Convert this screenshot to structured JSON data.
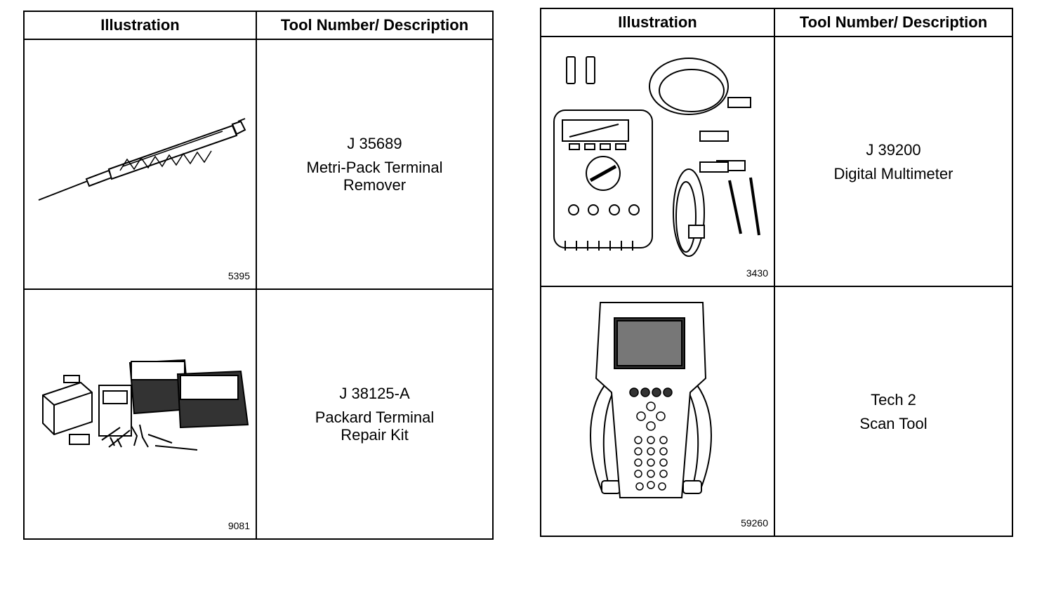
{
  "tables": [
    {
      "headers": [
        "Illustration",
        "Tool Number/ Description"
      ],
      "rows": [
        {
          "figure_number": "5395",
          "tool_number": "J 35689",
          "description": "Metri-Pack Terminal\nRemover",
          "illustration": "terminal-remover-drawing"
        },
        {
          "figure_number": "9081",
          "tool_number": "J 38125-A",
          "description": "Packard Terminal\nRepair Kit",
          "illustration": "repair-kit-drawing"
        }
      ]
    },
    {
      "headers": [
        "Illustration",
        "Tool Number/ Description"
      ],
      "rows": [
        {
          "figure_number": "3430",
          "tool_number": "J 39200",
          "description": "Digital Multimeter",
          "illustration": "multimeter-drawing"
        },
        {
          "figure_number": "59260",
          "tool_number": "Tech 2",
          "description": "Scan Tool",
          "illustration": "scan-tool-drawing"
        }
      ]
    }
  ]
}
